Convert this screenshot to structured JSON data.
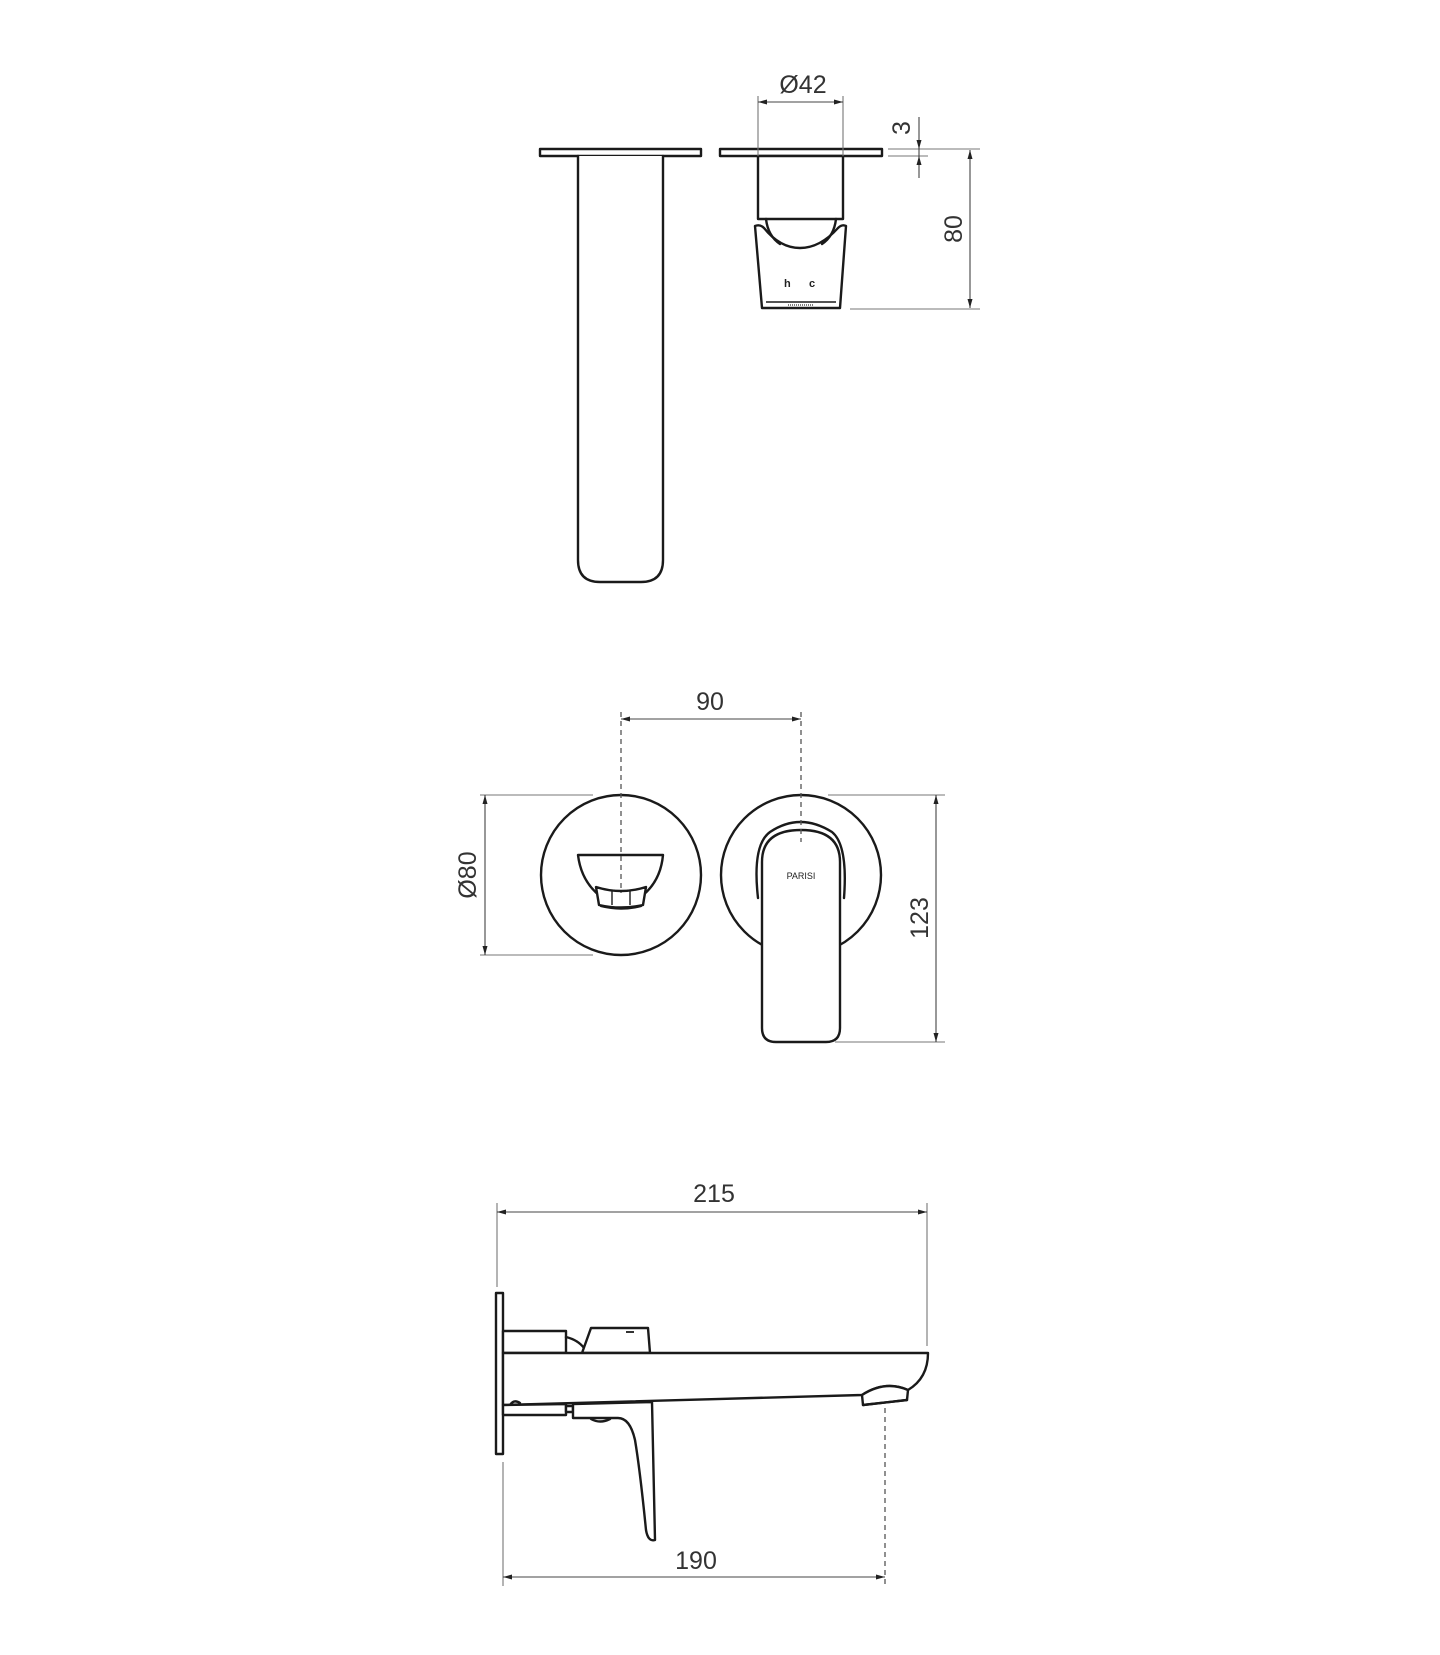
{
  "drawing": {
    "top_view": {
      "diameter_label": "Ø42",
      "plate_thickness_label": "3",
      "height_label": "80",
      "hot_label": "h",
      "cold_label": "c"
    },
    "front_view": {
      "centre_distance_label": "90",
      "plate_diameter_label": "Ø80",
      "mixer_height_label": "123",
      "brand_label": "PARISI"
    },
    "side_view": {
      "overall_length_label": "215",
      "spout_reach_label": "190"
    },
    "colors": {
      "line": "#1a1a1a",
      "dimension": "#444444",
      "background": "#ffffff"
    }
  }
}
